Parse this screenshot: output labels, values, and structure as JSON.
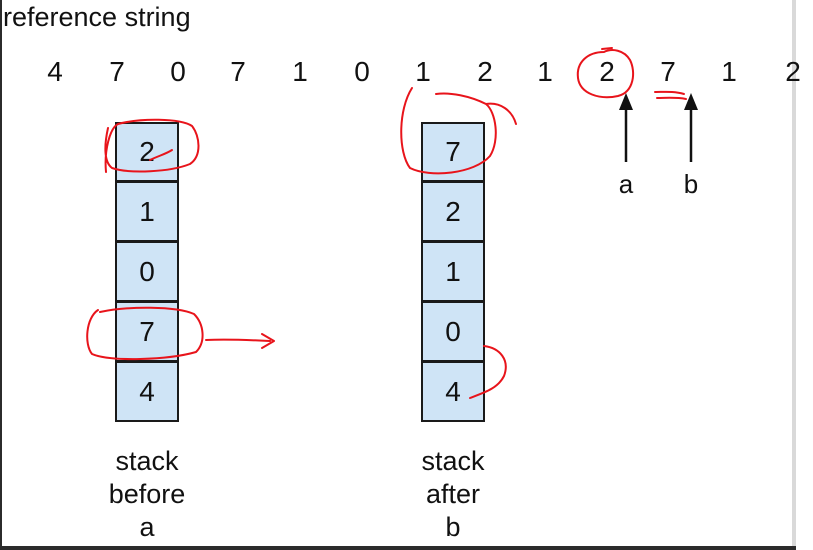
{
  "heading": "reference string",
  "reference_string": [
    "4",
    "7",
    "0",
    "7",
    "1",
    "0",
    "1",
    "2",
    "1",
    "2",
    "7",
    "1",
    "2"
  ],
  "stack_before": {
    "cells": [
      "2",
      "1",
      "0",
      "7",
      "4"
    ],
    "label_lines": [
      "stack",
      "before",
      "a"
    ]
  },
  "stack_after": {
    "cells": [
      "7",
      "2",
      "1",
      "0",
      "4"
    ],
    "label_lines": [
      "stack",
      "after",
      "b"
    ]
  },
  "pointers": {
    "a": "a",
    "b": "b"
  },
  "colors": {
    "stack_fill": "#cfe4f6",
    "annotation": "#e8141b",
    "text": "#111111"
  }
}
